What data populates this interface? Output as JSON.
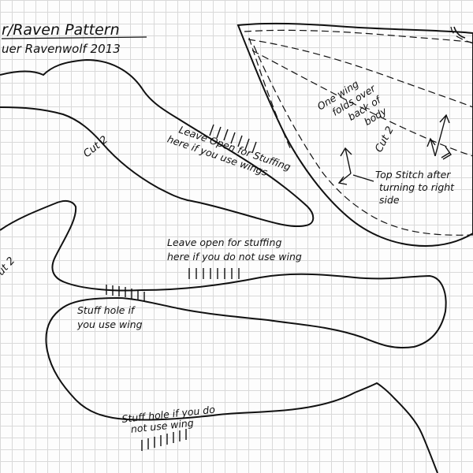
{
  "title": {
    "line1": "r/Raven Pattern",
    "line2": "uer Ravenwolf  2013"
  },
  "labels": {
    "cut_2_body_upper": "Cut 2",
    "cut_2_body_lower": "ut 2",
    "cut_2_wing": "Cut 2",
    "leave_open_wings_1": "Leave Open for Stuffing",
    "leave_open_wings_2": "here if you use wings",
    "leave_open_no_wing_1": "Leave open for stuffing",
    "leave_open_no_wing_2": "here if you do not use wing",
    "stuff_hole_use_wing_1": "Stuff hole if",
    "stuff_hole_use_wing_2": "you use wing",
    "stuff_hole_no_wing_1": "Stuff hole if you do",
    "stuff_hole_no_wing_2": "not use wing",
    "wing_fold_1": "One wing",
    "wing_fold_2": "folds over",
    "wing_fold_3": "back of",
    "wing_fold_4": "body",
    "top_stitch_1": "Top Stitch after",
    "top_stitch_2": "turning to right",
    "top_stitch_3": "side"
  },
  "colors": {
    "ink": "#111111",
    "grid": "#d9d9d9",
    "paper": "#fdfdfd"
  }
}
